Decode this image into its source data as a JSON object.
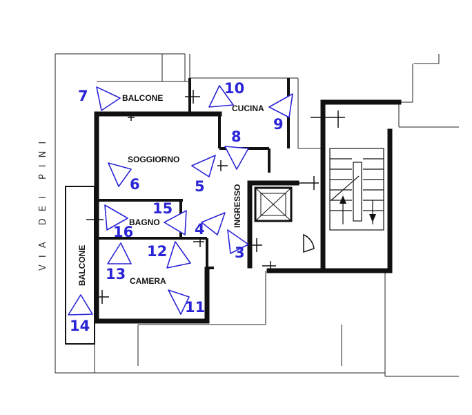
{
  "street_name": "VIA DEI PINI",
  "rooms": {
    "balcone_top": "BALCONE",
    "cucina": "CUCINA",
    "soggiorno": "SOGGIORNO",
    "ingresso": "INGRESSO",
    "bagno": "BAGNO",
    "camera": "CAMERA",
    "balcone_side": "BALCONE"
  },
  "photo_points": [
    {
      "id": "p3",
      "number": "3"
    },
    {
      "id": "p4",
      "number": "4"
    },
    {
      "id": "p5",
      "number": "5"
    },
    {
      "id": "p6",
      "number": "6"
    },
    {
      "id": "p7",
      "number": "7"
    },
    {
      "id": "p8",
      "number": "8"
    },
    {
      "id": "p9",
      "number": "9"
    },
    {
      "id": "p10",
      "number": "10"
    },
    {
      "id": "p11",
      "number": "11"
    },
    {
      "id": "p12",
      "number": "12"
    },
    {
      "id": "p13",
      "number": "13"
    },
    {
      "id": "p14",
      "number": "14"
    },
    {
      "id": "p15",
      "number": "15"
    },
    {
      "id": "p16",
      "number": "16"
    }
  ],
  "colors": {
    "marker": "#2a24d6",
    "wall": "#111111",
    "line": "#222222"
  }
}
